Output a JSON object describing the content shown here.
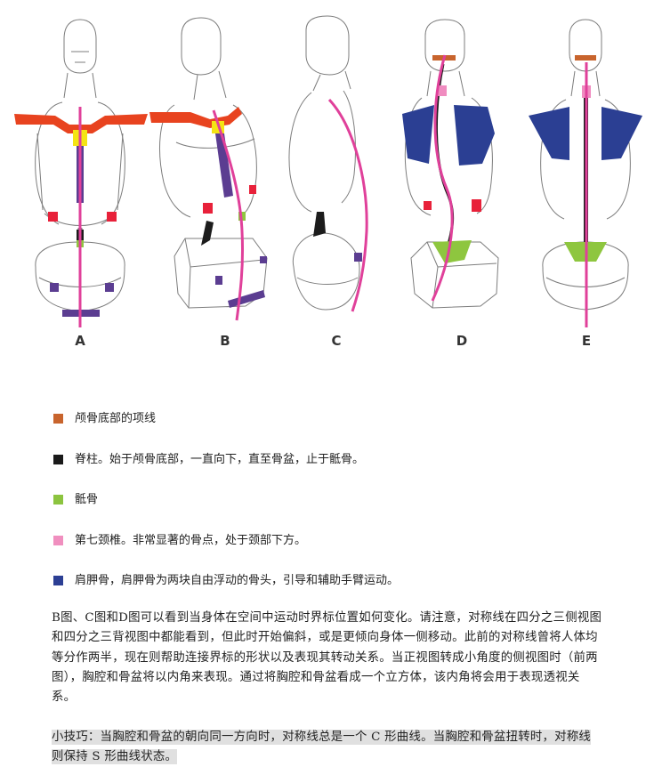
{
  "figure": {
    "labels": [
      "A",
      "B",
      "C",
      "D",
      "E"
    ],
    "colors": {
      "neck_line": "#d0602a",
      "collarbone": "#e8431f",
      "spine": "#1c1c1c",
      "sacrum": "#8ec63f",
      "c7": "#f08cc0",
      "scapula": "#2b3f93",
      "symmetry_line": "#e0409a",
      "landmark_red": "#e8213a",
      "landmark_purple": "#5b3d91",
      "sternum_yellow": "#f4e414"
    }
  },
  "legend": [
    {
      "color": "#c8642d",
      "text": "颅骨底部的项线"
    },
    {
      "color": "#1a1a1a",
      "text": "脊柱。始于颅骨底部，一直向下，直至骨盆，止于骶骨。"
    },
    {
      "color": "#8cc43f",
      "text": "骶骨"
    },
    {
      "color": "#f08fbf",
      "text": "第七颈椎。非常显著的骨点，处于颈部下方。"
    },
    {
      "color": "#2c3f94",
      "text": "肩胛骨，肩胛骨为两块自由浮动的骨头，引导和辅助手臂运动。"
    }
  ],
  "body_text": "B图、C图和D图可以看到当身体在空间中运动时界标位置如何变化。请注意，对称线在四分之三侧视图和四分之三背视图中都能看到，但此时开始偏斜，或是更倾向身体一侧移动。此前的对称线曾将人体均等分作两半，现在则帮助连接界标的形状以及表现其转动关系。当正视图转成小角度的侧视图时（前两图），胸腔和骨盆将以内角来表现。通过将胸腔和骨盆看成一个立方体，该内角将会用于表现透视关系。",
  "tip": "小技巧：当胸腔和骨盆的朝向同一方向时，对称线总是一个 C 形曲线。当胸腔和骨盆扭转时，对称线则保持 S 形曲线状态。"
}
